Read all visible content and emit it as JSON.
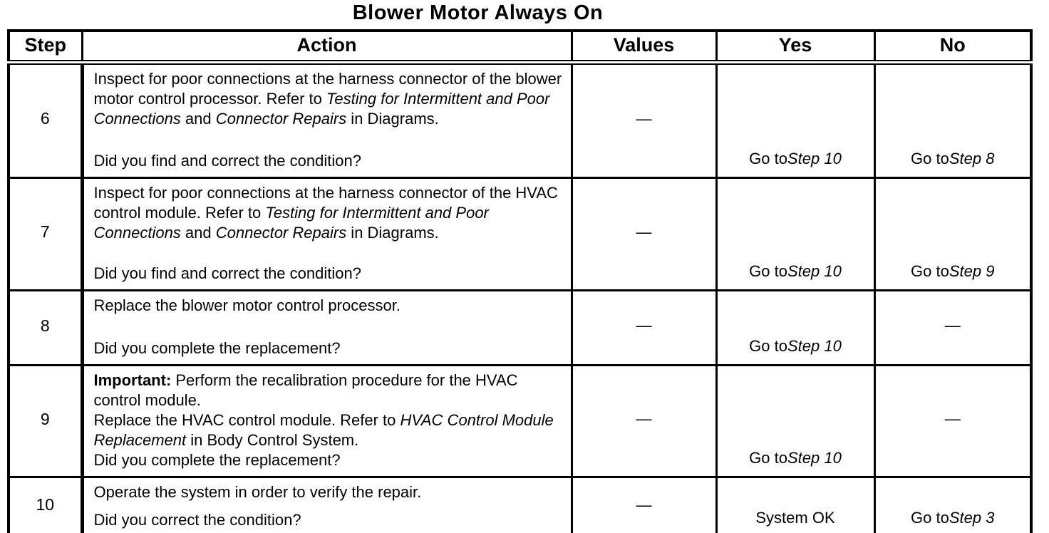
{
  "page": {
    "title": "Blower Motor Always On"
  },
  "table": {
    "headers": [
      "Step",
      "Action",
      "Values",
      "Yes",
      "No"
    ],
    "dash": "—",
    "rows": [
      {
        "step": "6",
        "action": [
          [
            {
              "t": "Inspect for poor connections at the harness connector of the blower motor control processor. Refer to "
            },
            {
              "t": "Testing for Intermittent and Poor Connections",
              "i": true
            },
            {
              "t": " and "
            },
            {
              "t": "Connector Repairs",
              "i": true
            },
            {
              "t": " in Diagrams."
            }
          ],
          [
            {
              "t": "Did you find and correct the condition?"
            }
          ]
        ],
        "values": [
          {
            "t": "—"
          }
        ],
        "yes": [
          {
            "t": "Go to "
          },
          {
            "t": "Step 10",
            "i": true
          }
        ],
        "no": [
          {
            "t": "Go to "
          },
          {
            "t": "Step 8",
            "i": true
          }
        ]
      },
      {
        "step": "7",
        "action": [
          [
            {
              "t": "Inspect for poor connections at the harness connector of the HVAC control module. Refer to "
            },
            {
              "t": "Testing for Intermittent and Poor Connections",
              "i": true
            },
            {
              "t": " and "
            },
            {
              "t": "Connector Repairs",
              "i": true
            },
            {
              "t": " in Diagrams."
            }
          ],
          [
            {
              "t": "Did you find and correct the condition?"
            }
          ]
        ],
        "values": [
          {
            "t": "—"
          }
        ],
        "yes": [
          {
            "t": "Go to "
          },
          {
            "t": "Step 10",
            "i": true
          }
        ],
        "no": [
          {
            "t": "Go to "
          },
          {
            "t": "Step 9",
            "i": true
          }
        ]
      },
      {
        "step": "8",
        "action": [
          [
            {
              "t": "Replace the blower motor control processor."
            }
          ],
          [
            {
              "t": "Did you complete the replacement?"
            }
          ]
        ],
        "values": [
          {
            "t": "—"
          }
        ],
        "yes": [
          {
            "t": "Go to "
          },
          {
            "t": "Step 10",
            "i": true
          }
        ],
        "no": [
          {
            "t": "—"
          }
        ]
      },
      {
        "step": "9",
        "action": [
          [
            {
              "t": "Important:",
              "b": true
            },
            {
              "t": " Perform the recalibration procedure for the HVAC control module."
            }
          ],
          [
            {
              "t": "Replace the HVAC control module. Refer to "
            },
            {
              "t": "HVAC Control Module Replacement",
              "i": true
            },
            {
              "t": " in Body Control System."
            }
          ],
          [
            {
              "t": "Did you complete the replacement?"
            }
          ]
        ],
        "values": [
          {
            "t": "—"
          }
        ],
        "yes": [
          {
            "t": "Go to "
          },
          {
            "t": "Step 10",
            "i": true
          }
        ],
        "no": [
          {
            "t": "—"
          }
        ]
      },
      {
        "step": "10",
        "action": [
          [
            {
              "t": "Operate the system in order to verify the repair."
            }
          ],
          [
            {
              "t": "Did you correct the condition?"
            }
          ]
        ],
        "values": [
          {
            "t": "—"
          }
        ],
        "yes": [
          {
            "t": "System OK"
          }
        ],
        "no": [
          {
            "t": "Go to "
          },
          {
            "t": "Step 3",
            "i": true
          }
        ]
      }
    ]
  }
}
